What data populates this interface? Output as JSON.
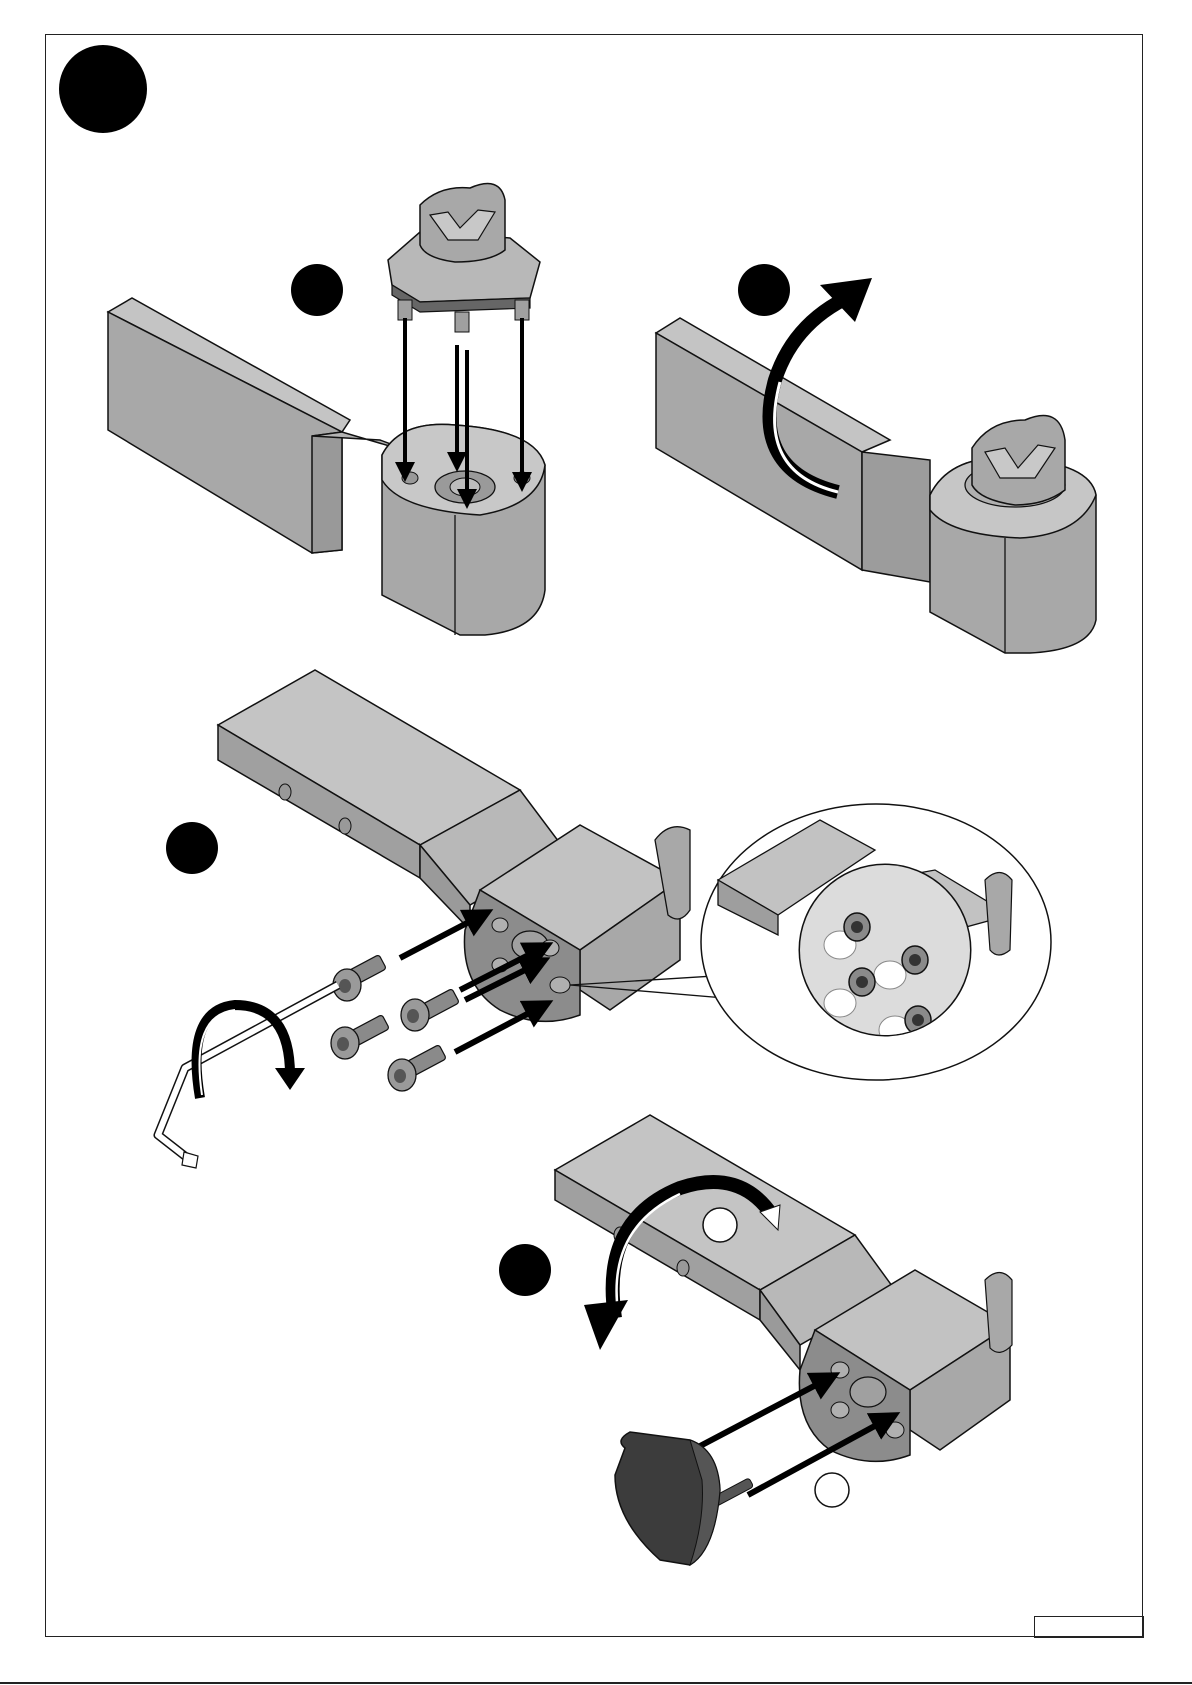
{
  "page": {
    "step_number": "",
    "page_number": ""
  },
  "steps": [
    {
      "id": "A",
      "label": "",
      "description": ""
    },
    {
      "id": "B",
      "label": "",
      "description": ""
    },
    {
      "id": "C",
      "label": "",
      "description": ""
    },
    {
      "id": "D",
      "label": "",
      "description": ""
    }
  ],
  "callouts": {
    "rotation_marker": "",
    "knob_marker": ""
  },
  "colors": {
    "part_gray": "#a8a8a8",
    "part_gray_light": "#c4c4c4",
    "part_gray_dark": "#8a8a8a",
    "outline": "#111111",
    "badge": "#000000",
    "knob_dark": "#3c3c3c",
    "background": "#ffffff"
  },
  "icons": [
    "step-badge-icon",
    "arrow-down-icon",
    "rotate-arrow-icon",
    "hex-key-icon",
    "socket-screw-icon",
    "magnifier-detail-icon",
    "end-cap-knob-icon"
  ]
}
